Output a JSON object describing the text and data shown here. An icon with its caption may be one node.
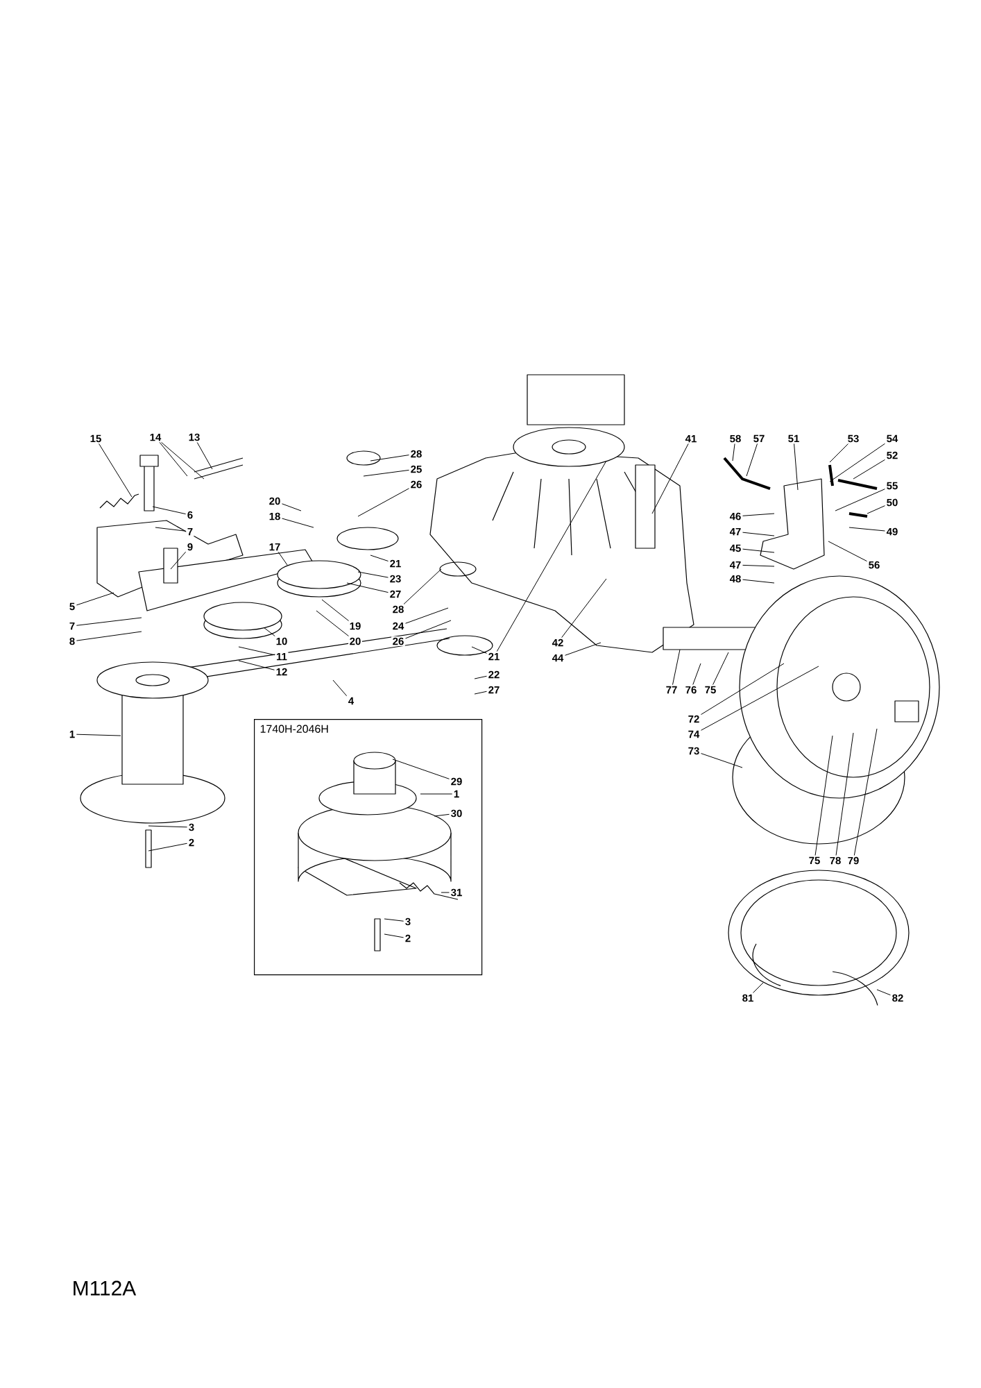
{
  "diagram": {
    "nodes": [
      {
        "text": [
          "15"
        ]
      },
      {
        "text": [
          "14"
        ]
      },
      {
        "text": [
          "13"
        ]
      },
      {
        "text": [
          "6"
        ]
      },
      {
        "text": [
          "7"
        ]
      },
      {
        "text": [
          "9"
        ]
      },
      {
        "text": [
          "5"
        ]
      },
      {
        "text": [
          "7"
        ]
      },
      {
        "text": [
          "8"
        ]
      },
      {
        "text": [
          "20"
        ]
      },
      {
        "text": [
          "18"
        ]
      },
      {
        "text": [
          "17"
        ]
      },
      {
        "text": [
          "10"
        ]
      },
      {
        "text": [
          "11"
        ]
      },
      {
        "text": [
          "12"
        ]
      },
      {
        "text": [
          "19"
        ]
      },
      {
        "text": [
          "20"
        ]
      },
      {
        "text": [
          "28"
        ]
      },
      {
        "text": [
          "25"
        ]
      },
      {
        "text": [
          "26"
        ]
      },
      {
        "text": [
          "21"
        ]
      },
      {
        "text": [
          "23"
        ]
      },
      {
        "text": [
          "27"
        ]
      },
      {
        "text": [
          "28"
        ]
      },
      {
        "text": [
          "24"
        ]
      },
      {
        "text": [
          "26"
        ]
      },
      {
        "text": [
          "41"
        ]
      },
      {
        "text": [
          "42"
        ]
      },
      {
        "text": [
          "44"
        ]
      },
      {
        "text": [
          "21"
        ]
      },
      {
        "text": [
          "22"
        ]
      },
      {
        "text": [
          "27"
        ]
      },
      {
        "text": [
          "58"
        ]
      },
      {
        "text": [
          "57"
        ]
      },
      {
        "text": [
          "51"
        ]
      },
      {
        "text": [
          "53"
        ]
      },
      {
        "text": [
          "54"
        ]
      },
      {
        "text": [
          "52"
        ]
      },
      {
        "text": [
          "55"
        ]
      },
      {
        "text": [
          "50"
        ]
      },
      {
        "text": [
          "49"
        ]
      },
      {
        "text": [
          "56"
        ]
      },
      {
        "text": [
          "46"
        ]
      },
      {
        "text": [
          "47"
        ]
      },
      {
        "text": [
          "45"
        ]
      },
      {
        "text": [
          "47"
        ]
      },
      {
        "text": [
          "48"
        ]
      },
      {
        "text": [
          "77"
        ]
      },
      {
        "text": [
          "76"
        ]
      },
      {
        "text": [
          "75"
        ]
      },
      {
        "text": [
          "4"
        ]
      },
      {
        "text": [
          "72"
        ]
      },
      {
        "text": [
          "74"
        ]
      },
      {
        "text": [
          "73"
        ]
      },
      {
        "text": [
          "1"
        ]
      },
      {
        "text": [
          "1740H-2046H"
        ]
      },
      {
        "text": [
          "29"
        ],
        "in": 55
      },
      {
        "text": [
          "1"
        ],
        "in": 55
      },
      {
        "text": [
          "30"
        ],
        "in": 55
      },
      {
        "text": [
          "31"
        ],
        "in": 55
      },
      {
        "text": [
          "3"
        ],
        "in": 55
      },
      {
        "text": [
          "2"
        ],
        "in": 55
      },
      {
        "text": [
          "3"
        ]
      },
      {
        "text": [
          "2"
        ]
      },
      {
        "text": [
          "75"
        ]
      },
      {
        "text": [
          "78"
        ]
      },
      {
        "text": [
          "79"
        ]
      },
      {
        "text": [
          "81"
        ]
      },
      {
        "text": [
          "82"
        ]
      }
    ],
    "edges": [
      {
        "from": 0,
        "to": null,
        "arrow": "none"
      },
      {
        "from": 1,
        "to": null,
        "arrow": "none"
      },
      {
        "from": 1,
        "to": null,
        "arrow": "none"
      },
      {
        "from": 2,
        "to": null,
        "arrow": "none"
      },
      {
        "from": 3,
        "to": null,
        "arrow": "none"
      },
      {
        "from": 4,
        "to": null,
        "arrow": "none"
      },
      {
        "from": 5,
        "to": null,
        "arrow": "none"
      },
      {
        "from": 6,
        "to": null,
        "arrow": "none"
      },
      {
        "from": 7,
        "to": null,
        "arrow": "none"
      },
      {
        "from": 8,
        "to": null,
        "arrow": "none"
      },
      {
        "from": 9,
        "to": null,
        "arrow": "none"
      },
      {
        "from": 10,
        "to": null,
        "arrow": "none"
      },
      {
        "from": 11,
        "to": null,
        "arrow": "none"
      },
      {
        "from": 12,
        "to": null,
        "arrow": "none"
      },
      {
        "from": 13,
        "to": null,
        "arrow": "none"
      },
      {
        "from": 14,
        "to": null,
        "arrow": "none"
      },
      {
        "from": 15,
        "to": null,
        "arrow": "none"
      },
      {
        "from": 16,
        "to": null,
        "arrow": "none"
      },
      {
        "from": 17,
        "to": null,
        "arrow": "none"
      },
      {
        "from": 18,
        "to": null,
        "arrow": "none"
      },
      {
        "from": 19,
        "to": null,
        "arrow": "none"
      },
      {
        "from": 20,
        "to": null,
        "arrow": "none"
      },
      {
        "from": 21,
        "to": null,
        "arrow": "none"
      },
      {
        "from": 22,
        "to": null,
        "arrow": "none"
      },
      {
        "from": 23,
        "to": null,
        "arrow": "none"
      },
      {
        "from": 24,
        "to": null,
        "arrow": "none"
      },
      {
        "from": 25,
        "to": null,
        "arrow": "none"
      },
      {
        "from": 26,
        "to": null,
        "arrow": "none"
      },
      {
        "from": 27,
        "to": null,
        "arrow": "none"
      },
      {
        "from": 28,
        "to": null,
        "arrow": "none"
      },
      {
        "from": 29,
        "to": null,
        "arrow": "none"
      },
      {
        "from": 29,
        "to": null,
        "arrow": "none"
      },
      {
        "from": 30,
        "to": null,
        "arrow": "none"
      },
      {
        "from": 31,
        "to": null,
        "arrow": "none"
      },
      {
        "from": 32,
        "to": null,
        "arrow": "none"
      },
      {
        "from": 33,
        "to": null,
        "arrow": "none"
      },
      {
        "from": 34,
        "to": null,
        "arrow": "none"
      },
      {
        "from": 35,
        "to": null,
        "arrow": "none"
      },
      {
        "from": 36,
        "to": null,
        "arrow": "none"
      },
      {
        "from": 37,
        "to": null,
        "arrow": "none"
      },
      {
        "from": 38,
        "to": null,
        "arrow": "none"
      },
      {
        "from": 39,
        "to": null,
        "arrow": "none"
      },
      {
        "from": 40,
        "to": null,
        "arrow": "none"
      },
      {
        "from": 41,
        "to": null,
        "arrow": "none"
      },
      {
        "from": 42,
        "to": null,
        "arrow": "none"
      },
      {
        "from": 43,
        "to": null,
        "arrow": "none"
      },
      {
        "from": 44,
        "to": null,
        "arrow": "none"
      },
      {
        "from": 45,
        "to": null,
        "arrow": "none"
      },
      {
        "from": 46,
        "to": null,
        "arrow": "none"
      },
      {
        "from": 47,
        "to": null,
        "arrow": "none"
      },
      {
        "from": 48,
        "to": null,
        "arrow": "none"
      },
      {
        "from": 49,
        "to": null,
        "arrow": "none"
      },
      {
        "from": 50,
        "to": null,
        "arrow": "none"
      },
      {
        "from": 51,
        "to": null,
        "arrow": "none"
      },
      {
        "from": 52,
        "to": null,
        "arrow": "none"
      },
      {
        "from": 53,
        "to": null,
        "arrow": "none"
      },
      {
        "from": 54,
        "to": null,
        "arrow": "none"
      },
      {
        "from": 56,
        "to": null,
        "arrow": "none"
      },
      {
        "from": 57,
        "to": null,
        "arrow": "none"
      },
      {
        "from": 58,
        "to": null,
        "arrow": "none"
      },
      {
        "from": 59,
        "to": null,
        "arrow": "none"
      },
      {
        "from": 60,
        "to": null,
        "arrow": "none"
      },
      {
        "from": 61,
        "to": null,
        "arrow": "none"
      },
      {
        "from": 62,
        "to": null,
        "arrow": "none"
      },
      {
        "from": 63,
        "to": null,
        "arrow": "none"
      },
      {
        "from": 64,
        "to": null,
        "arrow": "none"
      },
      {
        "from": 65,
        "to": null,
        "arrow": "none"
      },
      {
        "from": 66,
        "to": null,
        "arrow": "none"
      },
      {
        "from": 67,
        "to": null,
        "arrow": "none"
      },
      {
        "from": 68,
        "to": null,
        "arrow": "none"
      }
    ],
    "labels": [
      "M112A"
    ]
  }
}
